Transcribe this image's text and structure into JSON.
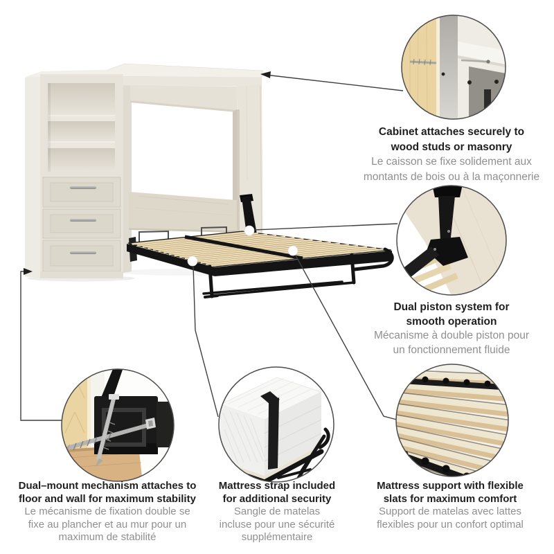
{
  "colors": {
    "text_dark": "#1f1f1f",
    "text_gray": "#8f8f8f",
    "line_gray": "#3f3f3f",
    "circle_stroke": "#4c4c4c",
    "wood_light": "#e8e3da",
    "wood_top": "#f3f0e9",
    "headboard": "#ded8ca",
    "slat_tan": "#c9b288",
    "slat_light": "#ead9b2",
    "metal_black": "#141414",
    "pine_stud": "#e9d4a2",
    "floor_wood": "#d9b283"
  },
  "callouts": {
    "top_right": {
      "en": "Cabinet attaches securely to\nwood studs or masonry",
      "fr": "Le caisson se fixe solidement aux\nmontants de bois ou à la maçonnerie"
    },
    "mid_right": {
      "en": "Dual piston system for\nsmooth operation",
      "fr": "Mécanisme à double piston pour\nun fonctionnement fluide"
    },
    "bottom_left": {
      "en": "Dual–mount mechanism attaches to\nfloor and wall for maximum stability",
      "fr": "Le mécanisme de fixation double se\nfixe au plancher et au mur pour un\nmaximum de stabilité"
    },
    "bottom_middle": {
      "en": "Mattress strap included\nfor additional security",
      "fr": "Sangle de matelas\nincluse pour une sécurité\nsupplémentaire"
    },
    "bottom_right": {
      "en": "Mattress support with flexible\nslats for maximum comfort",
      "fr": "Support de matelas avec lattes\nflexibles pour un confort optimal"
    }
  }
}
